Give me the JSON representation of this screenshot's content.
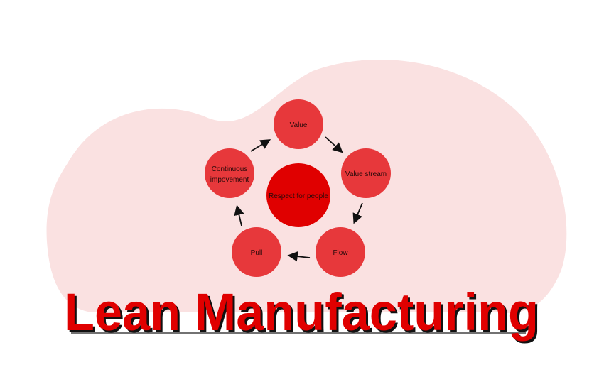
{
  "title": "Lean Manufacturing",
  "center": "Respect for people",
  "nodes": [
    {
      "label1": "Value",
      "label2": ""
    },
    {
      "label1": "Value stream",
      "label2": ""
    },
    {
      "label1": "Flow",
      "label2": ""
    },
    {
      "label1": "Pull",
      "label2": ""
    },
    {
      "label1": "Continuous",
      "label2": "impovement"
    }
  ],
  "colors": {
    "background_blob": "#fae1e1",
    "node": "#e7383b",
    "center": "#e00000",
    "title": "#e00000"
  }
}
